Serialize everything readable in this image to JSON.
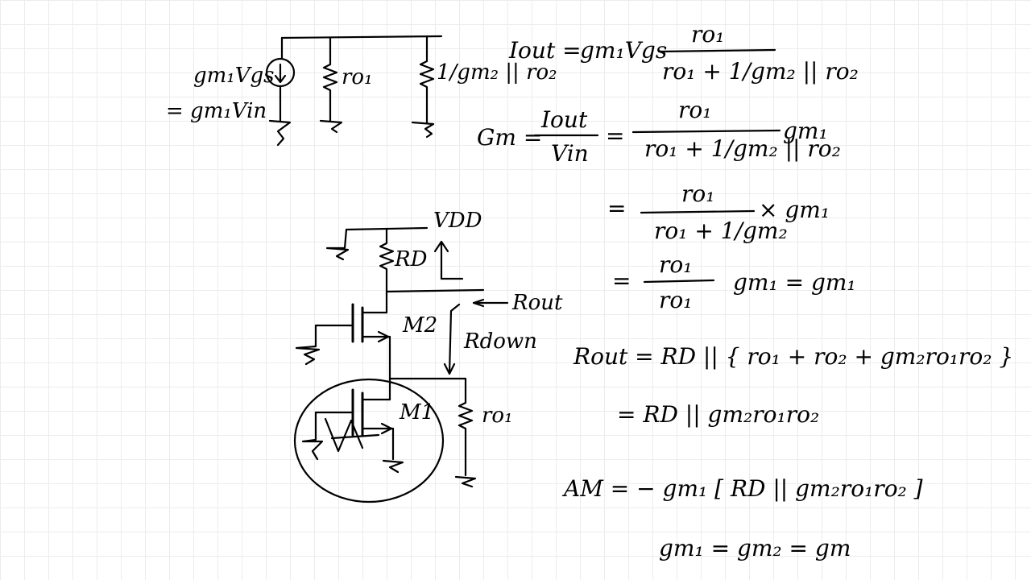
{
  "small_signal": {
    "source_label": "gm₁Vgs",
    "source_label2": "= gm₁Vin",
    "ro1_label": "ro₁",
    "load_label": "1/gm₂ || ro₂"
  },
  "circuit": {
    "vdd_label": "VDD",
    "rd_label": "RD",
    "rout_label": "Rout",
    "m2_label": "M2",
    "rdown_label": "Rdown",
    "m1_label": "M1",
    "ro1_label": "ro₁"
  },
  "equations": {
    "iout_lhs": "Iout =",
    "iout_factor": "gm₁Vgs",
    "iout_num": "ro₁",
    "iout_den": "ro₁ + 1/gm₂ || ro₂",
    "gm_lhs": "Gm =",
    "gm_frac_num": "Iout",
    "gm_frac_den": "Vin",
    "gm_eq": "=",
    "gm_num": "ro₁",
    "gm_den": "ro₁ + 1/gm₂ || ro₂",
    "gm_factor": "gm₁",
    "step2_eq": "=",
    "step2_num": "ro₁",
    "step2_den": "ro₁ + 1/gm₂",
    "step2_factor": "× gm₁",
    "step3_eq": "=",
    "step3_num": "ro₁",
    "step3_den": "ro₁",
    "step3_result": "gm₁ = gm₁",
    "rout_eq": "Rout = RD || { ro₁ + ro₂ + gm₂ro₁ro₂ }",
    "rout_eq2": "= RD || gm₂ro₁ro₂",
    "am_eq": "AM = − gm₁ [ RD || gm₂ro₁ro₂ ]",
    "gm_equal": "gm₁ = gm₂ = gm"
  }
}
